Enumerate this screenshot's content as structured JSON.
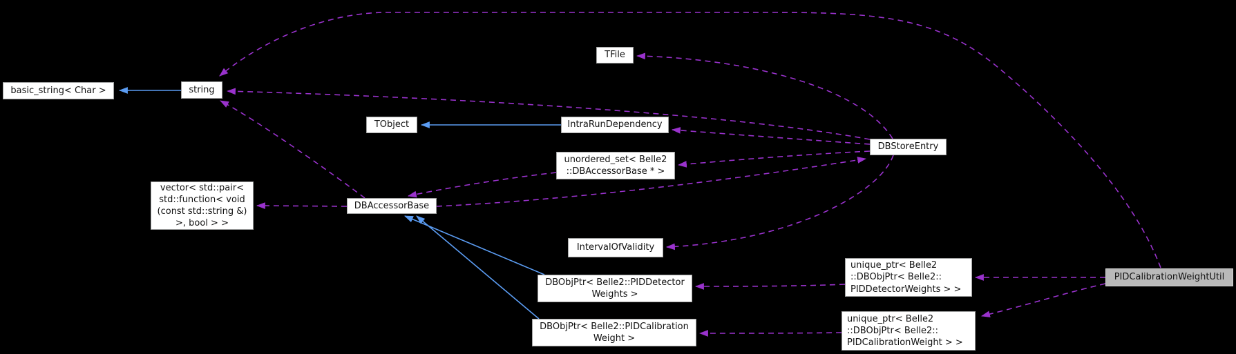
{
  "diagram": {
    "type": "doxygen-collaboration-graph",
    "background_color": "#000000",
    "colors": {
      "inheritance_edge": "#5b9cf2",
      "usage_edge": "#9932cc",
      "node_fill": "#ffffff",
      "node_border": "#9fa0a0",
      "node_text": "#121212",
      "current_node_fill": "#b9b9b9",
      "current_node_border": "#d4d4d4"
    },
    "nodes": {
      "basic_string": {
        "label": "basic_string< Char >"
      },
      "string": {
        "label": "string"
      },
      "tfile": {
        "label": "TFile"
      },
      "tobject": {
        "label": "TObject"
      },
      "intrarundependency": {
        "label": "IntraRunDependency"
      },
      "unordered_set": {
        "label": "unordered_set< Belle2\n::DBAccessorBase * >"
      },
      "dbstoreentry": {
        "label": "DBStoreEntry"
      },
      "vector_pair": {
        "label": "vector< std::pair<\nstd::function< void\n(const std::string &)\n>, bool > >"
      },
      "dbaccessorbase": {
        "label": "DBAccessorBase"
      },
      "intervalofvalidity": {
        "label": "IntervalOfValidity"
      },
      "dbobjptr_detector": {
        "label": "DBObjPtr< Belle2::PIDDetector\nWeights >"
      },
      "dbobjptr_calibration": {
        "label": "DBObjPtr< Belle2::PIDCalibration\nWeight >"
      },
      "uniqueptr_detector": {
        "label": "unique_ptr< Belle2\n::DBObjPtr< Belle2::\nPIDDetectorWeights > >"
      },
      "uniqueptr_calibration": {
        "label": "unique_ptr< Belle2\n::DBObjPtr< Belle2::\nPIDCalibrationWeight > >"
      },
      "pidcalibrationweightutil": {
        "label": "PIDCalibrationWeightUtil"
      }
    },
    "edges": [
      {
        "from": "string",
        "to": "basic_string",
        "type": "inheritance"
      },
      {
        "from": "intrarundependency",
        "to": "tobject",
        "type": "inheritance"
      },
      {
        "from": "dbobjptr_detector",
        "to": "dbaccessorbase",
        "type": "inheritance"
      },
      {
        "from": "dbobjptr_calibration",
        "to": "dbaccessorbase",
        "type": "inheritance"
      },
      {
        "from": "dbstoreentry",
        "to": "string",
        "type": "usage"
      },
      {
        "from": "dbstoreentry",
        "to": "tfile",
        "type": "usage"
      },
      {
        "from": "dbstoreentry",
        "to": "intrarundependency",
        "type": "usage"
      },
      {
        "from": "dbstoreentry",
        "to": "unordered_set",
        "type": "usage"
      },
      {
        "from": "dbstoreentry",
        "to": "intervalofvalidity",
        "type": "usage"
      },
      {
        "from": "dbaccessorbase",
        "to": "dbstoreentry",
        "type": "usage"
      },
      {
        "from": "dbaccessorbase",
        "to": "string",
        "type": "usage"
      },
      {
        "from": "dbaccessorbase",
        "to": "vector_pair",
        "type": "usage"
      },
      {
        "from": "unordered_set",
        "to": "dbaccessorbase",
        "type": "usage"
      },
      {
        "from": "uniqueptr_detector",
        "to": "dbobjptr_detector",
        "type": "usage"
      },
      {
        "from": "uniqueptr_calibration",
        "to": "dbobjptr_calibration",
        "type": "usage"
      },
      {
        "from": "pidcalibrationweightutil",
        "to": "uniqueptr_detector",
        "type": "usage"
      },
      {
        "from": "pidcalibrationweightutil",
        "to": "uniqueptr_calibration",
        "type": "usage"
      },
      {
        "from": "pidcalibrationweightutil",
        "to": "string",
        "type": "usage"
      }
    ]
  }
}
